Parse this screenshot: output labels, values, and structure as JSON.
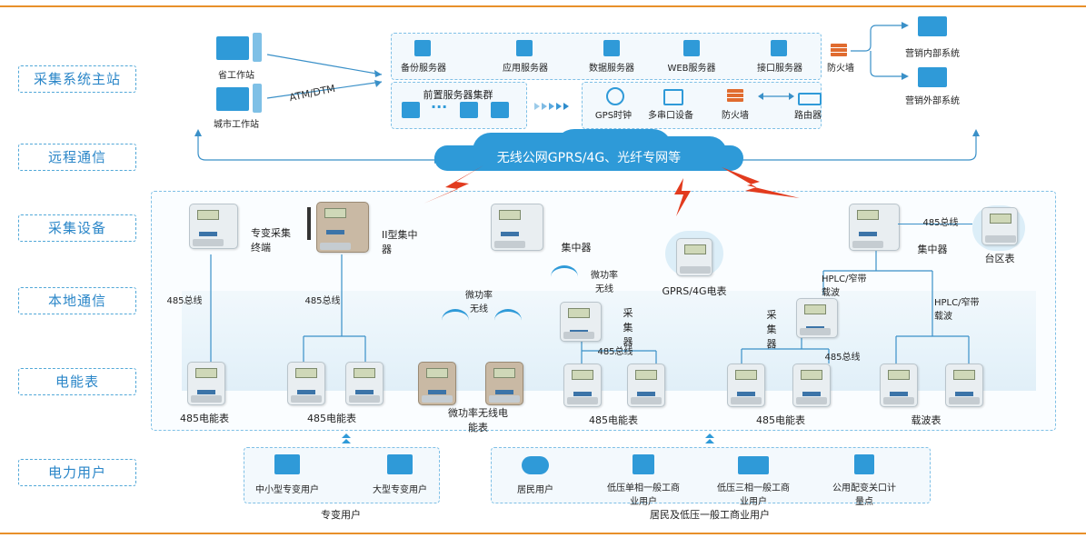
{
  "layers": [
    "采集系统主站",
    "远程通信",
    "采集设备",
    "本地通信",
    "电能表",
    "电力用户"
  ],
  "master": {
    "workstations": [
      "省工作站",
      "城市工作站"
    ],
    "link_label": "ATM/DTM",
    "servers": [
      "备份服务器",
      "应用服务器",
      "数据服务器",
      "WEB服务器",
      "接口服务器"
    ],
    "firewall": "防火墙",
    "systems": [
      "营销内部系统",
      "营销外部系统"
    ],
    "cluster_title": "前置服务器集群",
    "cluster_dots": "···",
    "front_devices": [
      "GPS时钟",
      "多串口设备",
      "防火墙",
      "路由器"
    ]
  },
  "network": {
    "label": "无线公网GPRS/4G、光纤专网等"
  },
  "devices": {
    "terminal": "专变采集终端",
    "concentrator_ii": "II型集中器",
    "concentrator_mid": "集中器",
    "gprs_meter": "GPRS/4G电表",
    "concentrator_right": "集中器",
    "area_meter": "台区表",
    "bus_485": "485总线",
    "collector": "采集器",
    "micropower_wireless": "微功率无线",
    "hplc": "HPLC/窄带载波"
  },
  "meters": {
    "m1": "485电能表",
    "m2": "485电能表",
    "m3": "微功率无线电能表",
    "m4": "485电能表",
    "m5": "485电能表",
    "m6": "载波表"
  },
  "users": {
    "group1_title": "专变用户",
    "group1": [
      "中小型专变用户",
      "大型专变用户"
    ],
    "group2_title": "居民及低压一般工商业用户",
    "group2": [
      "居民用户",
      "低压单相一般工商业用户",
      "低压三相一般工商业用户",
      "公用配变关口计量点"
    ]
  },
  "colors": {
    "accent": "#2f9ad8",
    "rule": "#e8902a",
    "bolt": "#e23b1e"
  }
}
